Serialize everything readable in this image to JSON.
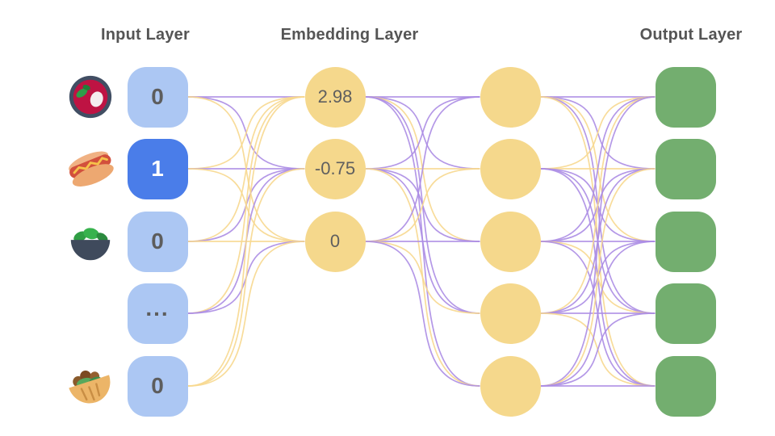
{
  "titles": {
    "input": "Input Layer",
    "embedding": "Embedding Layer",
    "output": "Output Layer"
  },
  "input_layer": {
    "nodes": [
      {
        "value": "0",
        "icon": "borscht-bowl",
        "active": false
      },
      {
        "value": "1",
        "icon": "hot-dog",
        "active": true
      },
      {
        "value": "0",
        "icon": "green-salad",
        "active": false
      },
      {
        "value": "...",
        "icon": "",
        "active": false
      },
      {
        "value": "0",
        "icon": "stuffed-flatbread",
        "active": false
      }
    ]
  },
  "embedding_layer": {
    "values": [
      "2.98",
      "-0.75",
      "0"
    ]
  },
  "hidden_layer": {
    "node_count": 5
  },
  "output_layer": {
    "node_count": 5
  },
  "node_colors": {
    "input_inactive": "#ACC7F3",
    "input_active": "#4A7DE9",
    "embedding": "#F5D88C",
    "output": "#73AE6F"
  },
  "edge_colors": {
    "purple": "#AC8DE4",
    "yellow": "#F7D88F",
    "input_to_embedding": [
      [
        "P",
        "P",
        "Y"
      ],
      [
        "Y",
        "P",
        "Y"
      ],
      [
        "Y",
        "P",
        "Y"
      ],
      [
        "Y",
        "P",
        "P"
      ],
      [
        "Y",
        "Y",
        "Y"
      ]
    ],
    "embedding_to_hidden": [
      [
        "P",
        "P",
        "Y",
        "P",
        "P"
      ],
      [
        "P",
        "Y",
        "P",
        "P",
        "Y"
      ],
      [
        "P",
        "Y",
        "P",
        "Y",
        "P"
      ]
    ],
    "hidden_to_output": [
      [
        "P",
        "P",
        "Y",
        "P",
        "Y"
      ],
      [
        "Y",
        "Y",
        "P",
        "P",
        "P"
      ],
      [
        "P",
        "P",
        "P",
        "Y",
        "P"
      ],
      [
        "Y",
        "P",
        "P",
        "P",
        "Y"
      ],
      [
        "P",
        "Y",
        "P",
        "P",
        "P"
      ]
    ]
  }
}
